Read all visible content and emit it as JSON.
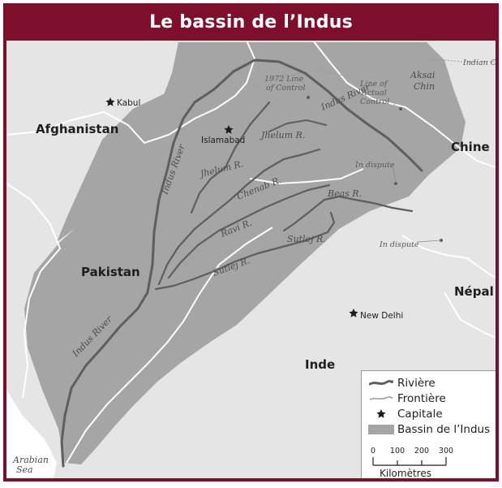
{
  "title": "Le bassin de l’Indus",
  "colors": {
    "frame": "#7d0f2c",
    "basin": "#a5a5a5",
    "land": "#e5e5e5",
    "river": "#5e5e5e",
    "border": "#ffffff"
  },
  "map": {
    "countries": {
      "afghanistan": "Afghanistan",
      "pakistan": "Pakistan",
      "inde": "Inde",
      "chine": "Chine",
      "nepal": "Népal"
    },
    "regions": {
      "aksai": "Aksai",
      "chin": "Chin",
      "arabian": "Arabian",
      "sea": "Sea"
    },
    "cities": {
      "kabul": "Kabul",
      "islamabad": "Islamabad",
      "new_delhi": "New Delhi"
    },
    "rivers": {
      "indus_upper": "Indus River",
      "indus_middle": "Indus River",
      "indus_lower": "Indus River",
      "jhelum_1": "Jhelum R.",
      "jhelum_2": "Jhelum R.",
      "chenab": "Chenab R.",
      "ravi": "Ravi R.",
      "beas": "Beas R.",
      "sutlej_1": "Sutlej R.",
      "sutlej_2": "Sutlej R."
    },
    "annotations": {
      "loc_line1": "1972 Line",
      "loc_line2": "of Control",
      "lac_line1": "Line of",
      "lac_line2": "Actual",
      "lac_line3": "Control",
      "indian_claim": "Indian Claim",
      "dispute_1": "In dispute",
      "dispute_2": "In dispute"
    }
  },
  "legend": {
    "river": "Rivière",
    "border": "Frontière",
    "capital": "Capitale",
    "basin": "Bassin de l’Indus",
    "scale_ticks": [
      "0",
      "100",
      "200",
      "300"
    ],
    "scale_unit": "Kilomètres"
  }
}
